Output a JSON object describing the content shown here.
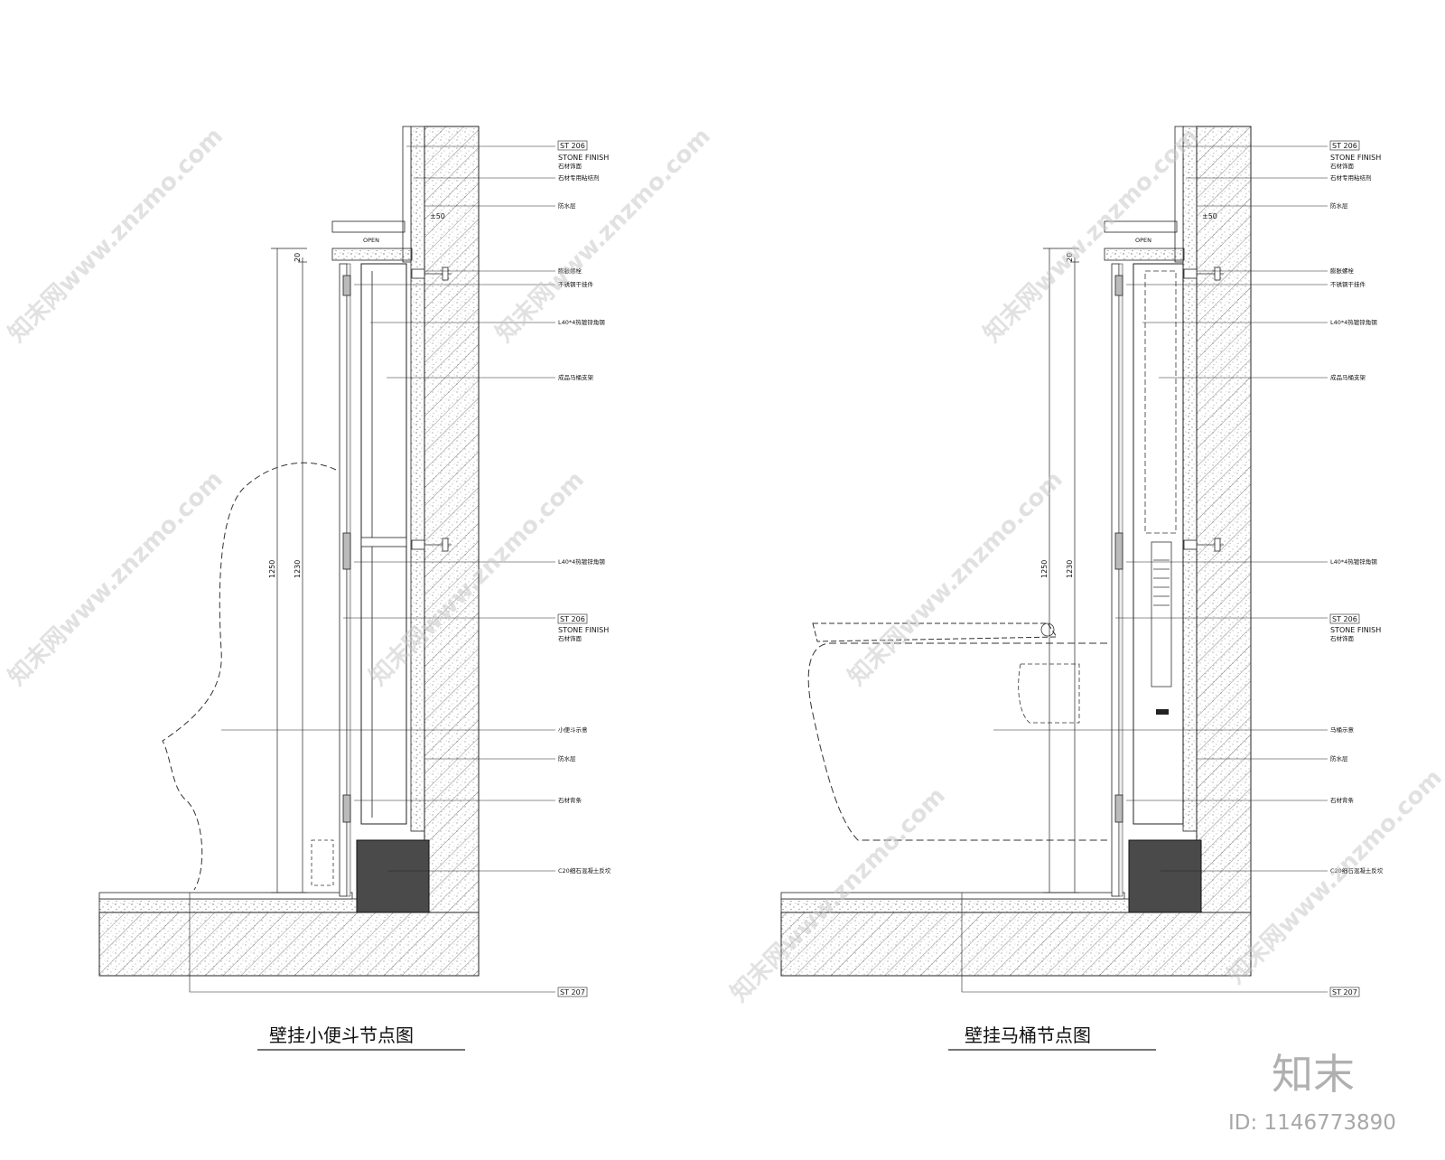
{
  "drawings": [
    {
      "title": "壁挂小便斗节点图",
      "callouts": {
        "top_tag": "ST 206",
        "stone_finish": "STONE FINISH",
        "stone_layer": "石材饰面",
        "adhesive": "石材专用粘结剂",
        "waterproof_top": "防水层",
        "bolt": "膨胀螺栓",
        "connector": "不锈钢干挂件",
        "steel_angle_1": "L40*4热镀锌角钢",
        "support": "成品马桶支架",
        "steel_angle_2": "L40*4热镀锌角钢",
        "mid_tag": "ST 206",
        "mid_stone_finish": "STONE FINISH",
        "mid_stone_layer": "石材饰面",
        "fixture": "小便斗示意",
        "waterproof_bottom": "防水层",
        "strip": "石材背条",
        "concrete": "C20细石混凝土反坎",
        "bottom_tag": "ST 207"
      },
      "dims": {
        "total": "1250",
        "inner": "1230",
        "top_gap": "20",
        "level": "±50",
        "open": "OPEN"
      }
    },
    {
      "title": "壁挂马桶节点图",
      "callouts": {
        "top_tag": "ST 206",
        "stone_finish": "STONE FINISH",
        "stone_layer": "石材饰面",
        "adhesive": "石材专用粘结剂",
        "waterproof_top": "防水层",
        "bolt": "膨胀螺栓",
        "connector": "不锈钢干挂件",
        "steel_angle_1": "L40*4热镀锌角钢",
        "support": "成品马桶支架",
        "steel_angle_2": "L40*4热镀锌角钢",
        "mid_tag": "ST 206",
        "mid_stone_finish": "STONE FINISH",
        "mid_stone_layer": "石材饰面",
        "fixture": "马桶示意",
        "waterproof_bottom": "防水层",
        "strip": "石材背条",
        "concrete": "C20细石混凝土反坎",
        "bottom_tag": "ST 207"
      },
      "dims": {
        "total": "1250",
        "inner": "1230",
        "top_gap": "20",
        "level": "±50",
        "open": "OPEN"
      }
    }
  ],
  "watermark": {
    "site": "知末网www.znzmo.com",
    "brand": "知末",
    "id": "ID: 1146773890"
  }
}
